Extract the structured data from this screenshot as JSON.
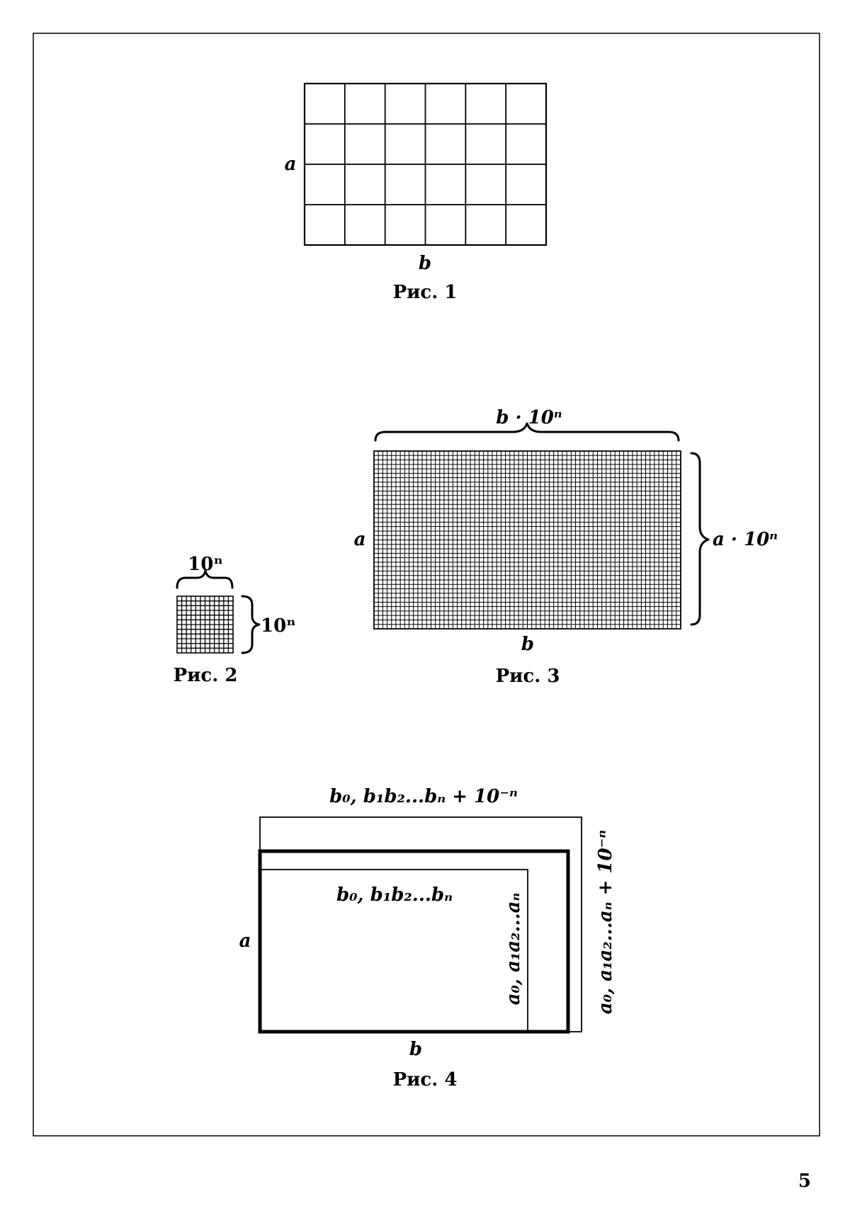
{
  "fig1": {
    "label_side": "a",
    "label_bottom": "b",
    "caption": "Рис. 1",
    "grid": {
      "rows": 4,
      "cols": 6
    }
  },
  "fig2": {
    "label_top": "10ⁿ",
    "label_right": "10ⁿ",
    "caption": "Рис. 2",
    "grid": {
      "rows": 12,
      "cols": 12
    }
  },
  "fig3": {
    "label_top": "b · 10ⁿ",
    "label_left": "a",
    "label_right": "a · 10ⁿ",
    "label_bottom": "b",
    "caption": "Рис. 3",
    "grid": {
      "rows": 40,
      "cols": 70
    }
  },
  "fig4": {
    "label_top": "b₀, b₁b₂...bₙ + 10⁻ⁿ",
    "label_inner_top": "b₀, b₁b₂...bₙ",
    "label_inner_right": "a₀, a₁a₂...aₙ",
    "label_outer_right": "a₀, a₁a₂...aₙ + 10⁻ⁿ",
    "label_left": "a",
    "label_bottom": "b",
    "caption": "Рис. 4"
  },
  "page_number": "5"
}
